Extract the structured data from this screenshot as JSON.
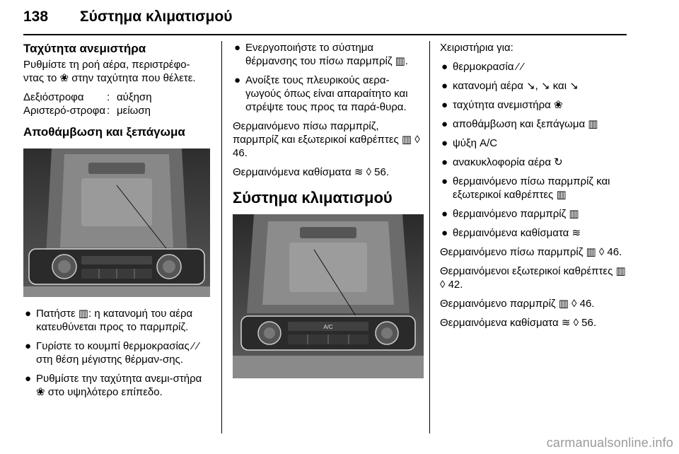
{
  "header": {
    "page_number": "138",
    "title": "Σύστημα κλιματισμού"
  },
  "col1": {
    "h_fan": "Ταχύτητα ανεμιστήρα",
    "p_fan": "Ρυθμίστε τη ροή αέρα, περιστρέφο-ντας το ❀ στην ταχύτητα που θέλετε.",
    "rows": [
      {
        "k": "Δεξιόστροφα",
        "s": ":",
        "v": "αύξηση"
      },
      {
        "k": "Αριστερό-στροφα",
        "s": ":",
        "v": "μείωση"
      }
    ],
    "h_defrost": "Αποθάμβωση και ξεπάγωμα",
    "bullets": [
      "Πατήστε ▥: η κατανομή του αέρα κατευθύνεται προς το παρμπρίζ.",
      "Γυρίστε το κουμπί θερμοκρασίας ⁄ ⁄ στη θέση μέγιστης θέρμαν-σης.",
      "Ρυθμίστε την ταχύτητα ανεμι-στήρα ❀ στο υψηλότερο επίπεδο."
    ]
  },
  "col2": {
    "bullets": [
      "Ενεργοποιήστε το σύστημα θέρμανσης του πίσω παρμπρίζ ▥.",
      "Ανοίξτε τους πλευρικούς αερα-γωγούς όπως είναι απαραίτητο και στρέψτε τους προς τα παρά-θυρα."
    ],
    "p1": "Θερμαινόμενο πίσω παρμπρίζ, παρμπρίζ και εξωτερικοί καθρέπτες ▥ ◊ 46.",
    "p2": "Θερμαινόμενα καθίσματα ≋ ◊ 56.",
    "h2": "Σύστημα κλιματισμού"
  },
  "col3": {
    "intro": "Χειριστήρια για:",
    "bullets": [
      "θερμοκρασία ⁄ ⁄",
      "κατανομή αέρα ↘, ↘ και ↘",
      "ταχύτητα ανεμιστήρα ❀",
      "αποθάμβωση και ξεπάγωμα ▥",
      "ψύξη A/C",
      "ανακυκλοφορία αέρα ↻",
      "θερμαινόμενο πίσω παρμπρίζ και εξωτερικοί καθρέπτες ▥",
      "θερμαινόμενο παρμπρίζ ▥",
      "θερμαινόμενα καθίσματα ≋"
    ],
    "p1": "Θερμαινόμενο πίσω παρμπρίζ ▥ ◊ 46.",
    "p2": "Θερμαινόμενοι εξωτερικοί καθρέπτες ▥ ◊ 42.",
    "p3": "Θερμαινόμενο παρμπρίζ ▥ ◊ 46.",
    "p4": "Θερμαινόμενα καθίσματα ≋ ◊ 56."
  },
  "figure_labels": {
    "ac": "A/C"
  },
  "watermark": "carmanualsonline.info"
}
